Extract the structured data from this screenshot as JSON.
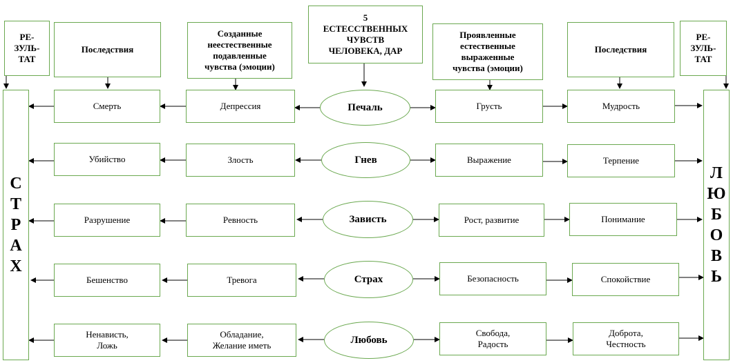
{
  "diagram": {
    "left_side_label": "С\nТ\nР\nА\nХ",
    "right_side_label": "Л\nЮ\nБ\nО\nВ\nЬ",
    "headers": {
      "result_left": "РЕ-\nЗУЛЬ-\nТАТ",
      "consequences_left": "Последствия",
      "suppressed": "Созданные\nнеестественные\nподавленные\nчувства (эмоции)",
      "center": "5\nЕСТЕССТВЕННЫХ\nЧУВСТВ\nЧЕЛОВЕКА, ДАР",
      "expressed": "Проявленные\nестественные\nвыраженные\nчувства (эмоции)",
      "consequences_right": "Последствия",
      "result_right": "РЕ-\nЗУЛЬ-\nТАТ"
    },
    "rows": [
      {
        "emotion": "Печаль",
        "suppressed": "Депрессия",
        "consequence_left": "Смерть",
        "expressed": "Грусть",
        "consequence_right": "Мудрость"
      },
      {
        "emotion": "Гнев",
        "suppressed": "Злость",
        "consequence_left": "Убийство",
        "expressed": "Выражение",
        "consequence_right": "Терпение"
      },
      {
        "emotion": "Зависть",
        "suppressed": "Ревность",
        "consequence_left": "Разрушение",
        "expressed": "Рост, развитие",
        "consequence_right": "Понимание"
      },
      {
        "emotion": "Страх",
        "suppressed": "Тревога",
        "consequence_left": "Бешенство",
        "expressed": "Безопасность",
        "consequence_right": "Спокойствие"
      },
      {
        "emotion": "Любовь",
        "suppressed": "Обладание,\nЖелание иметь",
        "consequence_left": "Ненависть,\nЛожь",
        "expressed": "Свобода,\nРадость",
        "consequence_right": "Доброта,\nЧестность"
      }
    ],
    "colors": {
      "border": "#6aa84f",
      "arrow": "#000000"
    }
  }
}
